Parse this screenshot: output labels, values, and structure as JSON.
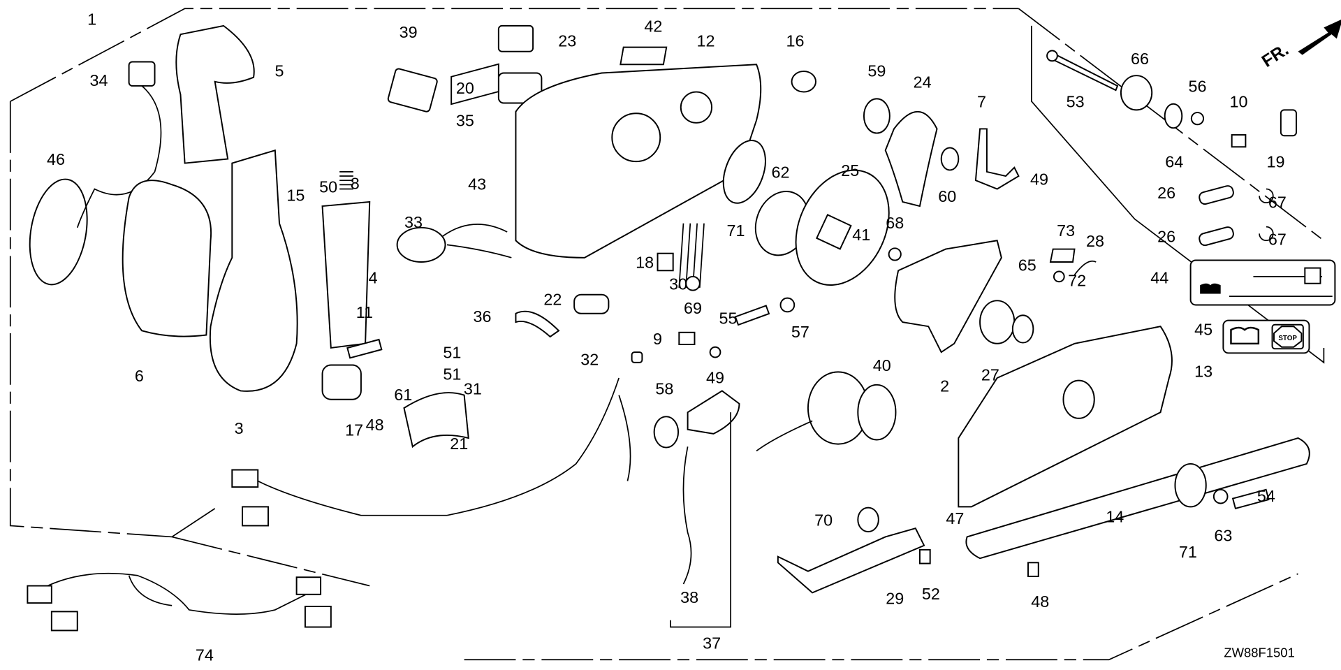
{
  "diagram_code": "ZW88F1501",
  "front_arrow": {
    "label": "FR.",
    "icon": "front-direction-arrow"
  },
  "callouts": [
    "1",
    "34",
    "5",
    "46",
    "6",
    "3",
    "39",
    "23",
    "20",
    "35",
    "42",
    "12",
    "50",
    "8",
    "15",
    "4",
    "11",
    "51",
    "51",
    "17",
    "61",
    "48",
    "21",
    "43",
    "33",
    "36",
    "22",
    "18",
    "30",
    "31",
    "32",
    "16",
    "59",
    "24",
    "7",
    "60",
    "25",
    "62",
    "71",
    "68",
    "69",
    "55",
    "57",
    "9",
    "49",
    "58",
    "41",
    "40",
    "49",
    "73",
    "28",
    "72",
    "65",
    "27",
    "2",
    "13",
    "47",
    "14",
    "71",
    "63",
    "54",
    "70",
    "29",
    "52",
    "48",
    "38",
    "37",
    "74",
    "53",
    "66",
    "56",
    "10",
    "19",
    "64",
    "26",
    "67",
    "26",
    "67",
    "44",
    "45"
  ],
  "label_icons": {
    "book": "manual-book-icon",
    "stop": "stop-sign-icon",
    "stop_text": "STOP"
  },
  "colors": {
    "line": "#000000",
    "background": "#ffffff"
  }
}
